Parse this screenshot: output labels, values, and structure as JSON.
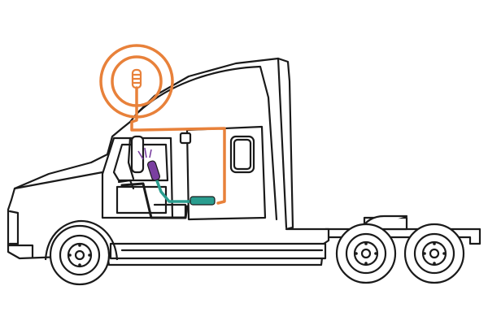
{
  "diagram": {
    "subject": "semi-truck-cab-side-view",
    "components": [
      {
        "name": "external-antenna",
        "icon": "antenna-icon",
        "shape": "signal-rings"
      },
      {
        "name": "signal-booster",
        "icon": "booster-icon"
      },
      {
        "name": "internal-antenna",
        "icon": "antenna-icon"
      },
      {
        "name": "outside-cable"
      },
      {
        "name": "inside-cable"
      },
      {
        "name": "power-cable"
      }
    ],
    "colors": {
      "outline": "#1a1a1a",
      "truck_fill": "#ffffff",
      "outside_cable": "#e8813a",
      "inside_cable": "#2a9d8f",
      "booster": "#7a3fa0",
      "power_cable": "#1a1a1a",
      "signal_rings": "#e8813a"
    }
  }
}
